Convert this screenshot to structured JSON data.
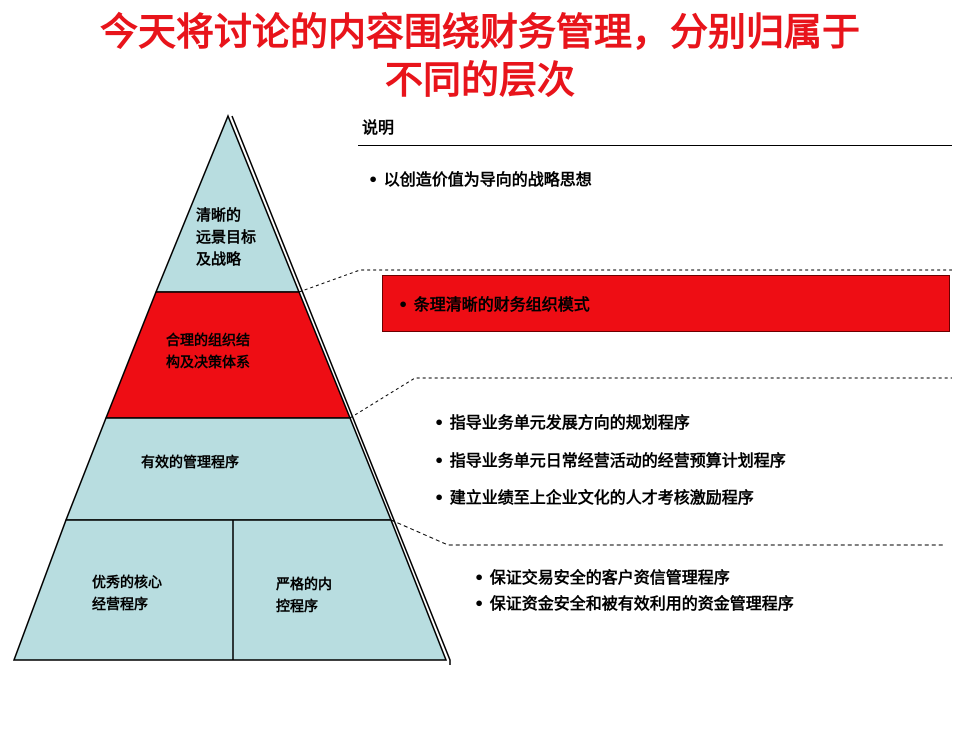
{
  "title": "今天将讨论的内容围绕财务管理，分别归属于不同的层次",
  "colors": {
    "title": "#e8141b",
    "tier_fill": "#b8dde0",
    "tier_highlight": "#ee0d14",
    "box_highlight": "#ee0d14"
  },
  "pyramid": {
    "tiers": [
      {
        "label": "清晰的\n远景目标\n及战略",
        "highlight": false
      },
      {
        "label": "合理的组织结\n构及决策体系",
        "highlight": true
      },
      {
        "label": "有效的管理程序",
        "highlight": false
      },
      {
        "label_left": "优秀的核心\n经营程序",
        "label_right": "严格的内\n控程序",
        "highlight": false
      }
    ]
  },
  "explanation": {
    "heading": "说明",
    "groups": [
      {
        "items": [
          "以创造价值为导向的战略思想"
        ]
      },
      {
        "items": [
          "条理清晰的财务组织模式"
        ],
        "highlight": true
      },
      {
        "items": [
          "指导业务单元发展方向的规划程序",
          "指导业务单元日常经营活动的经营预算计划程序",
          "建立业绩至上企业文化的人才考核激励程序"
        ]
      },
      {
        "items": [
          "保证交易安全的客户资信管理程序",
          "保证资金安全和被有效利用的资金管理程序"
        ]
      }
    ]
  }
}
